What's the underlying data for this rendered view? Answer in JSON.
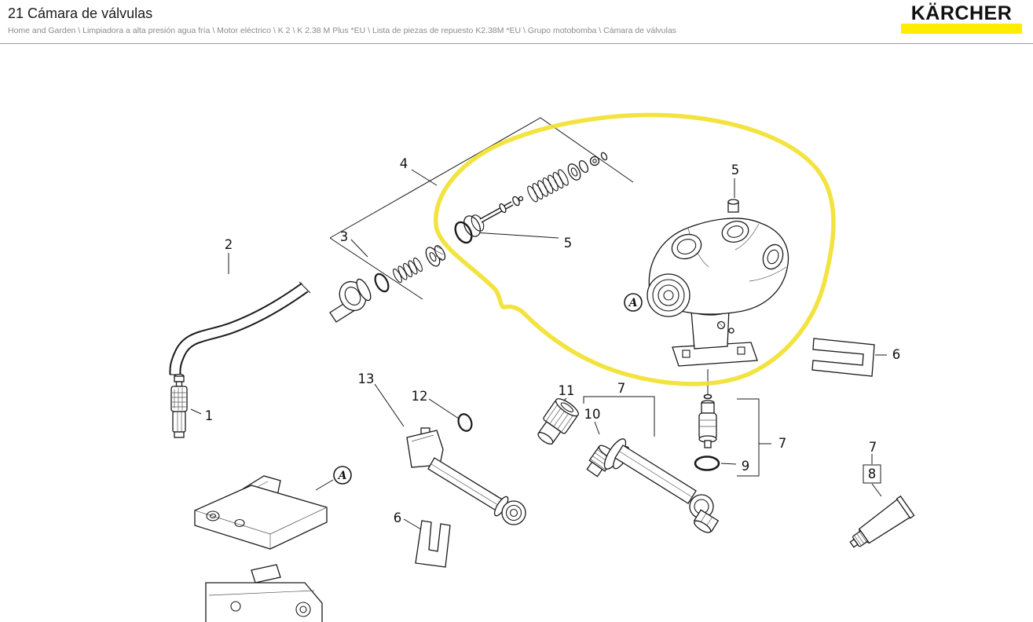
{
  "header": {
    "title": "21 Cámara de válvulas",
    "breadcrumb": "Home and Garden \\ Limpiadora a alta presión agua fría \\ Motor eléctrico \\ K 2 \\ K 2.38 M Plus *EU \\ Lista de piezas de repuesto K2.38M *EU \\ Grupo motobomba \\ Cámara de válvulas"
  },
  "brand": {
    "logo_text": "KÄRCHER",
    "accent_color": "#ffed00"
  },
  "diagram": {
    "highlight_color": "#f2e130",
    "callouts": {
      "c1": "1",
      "c2": "2",
      "c3": "3",
      "c4": "4",
      "c5a": "5",
      "c5b": "5",
      "c6a": "6",
      "c6b": "6",
      "c7a": "7",
      "c7b": "7",
      "c7c": "7",
      "c8": "8",
      "c9": "9",
      "c10": "10",
      "c11": "11",
      "c12": "12",
      "c13": "13"
    },
    "markers": {
      "a1": "A",
      "a2": "A"
    }
  }
}
